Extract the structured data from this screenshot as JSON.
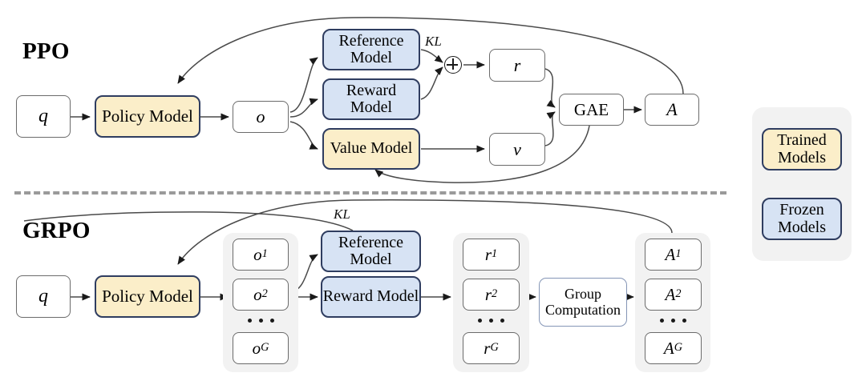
{
  "diagram": {
    "title_ppo": "PPO",
    "title_grpo": "GRPO",
    "divider": "dashed-separator"
  },
  "ppo": {
    "nodes": {
      "q": "q",
      "policy_model": "Policy Model",
      "o": "o",
      "reference_model": "Reference Model",
      "reward_model": "Reward Model",
      "value_model": "Value Model",
      "r": "r",
      "v": "v",
      "gae": "GAE",
      "a": "A",
      "plus_icon": "circled-plus"
    },
    "labels": {
      "kl": "KL"
    }
  },
  "grpo": {
    "nodes": {
      "q": "q",
      "policy_model": "Policy Model",
      "reference_model": "Reference Model",
      "reward_model": "Reward Model",
      "group_computation": "Group Computation"
    },
    "labels": {
      "kl": "KL",
      "ellipsis": "..."
    },
    "outputs": [
      {
        "base": "o",
        "sub": "1"
      },
      {
        "base": "o",
        "sub": "2"
      },
      {
        "base": "o",
        "sub": "G"
      }
    ],
    "rewards": [
      {
        "base": "r",
        "sub": "1"
      },
      {
        "base": "r",
        "sub": "2"
      },
      {
        "base": "r",
        "sub": "G"
      }
    ],
    "advantages": [
      {
        "base": "A",
        "sub": "1"
      },
      {
        "base": "A",
        "sub": "2"
      },
      {
        "base": "A",
        "sub": "G"
      }
    ]
  },
  "legend": {
    "trained": "Trained Models",
    "frozen": "Frozen Models"
  },
  "colors": {
    "trained_fill": "#fbeec9",
    "frozen_fill": "#d7e3f4",
    "model_border": "#2f3d60",
    "plain_border": "#6b6b6b",
    "group_fill": "#f2f2f2",
    "divider": "#9a9a9a",
    "background": "#ffffff"
  }
}
